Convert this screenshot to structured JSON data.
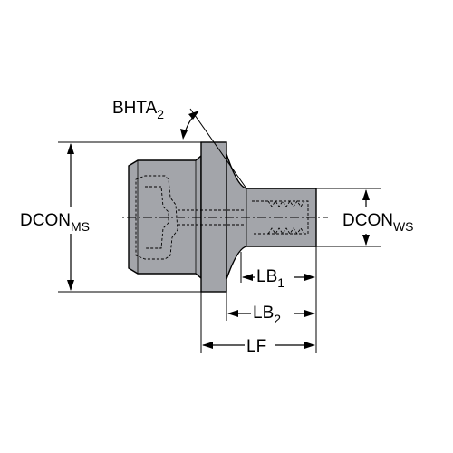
{
  "diagram": {
    "labels": {
      "bhta_main": "BHTA",
      "bhta_sub": "2",
      "dcon_ms_main": "DCON",
      "dcon_ms_sub": "MS",
      "dcon_ws_main": "DCON",
      "dcon_ws_sub": "WS",
      "lb1_main": "LB",
      "lb1_sub": "1",
      "lb2_main": "LB",
      "lb2_sub": "2",
      "lf": "LF"
    },
    "colors": {
      "body": "#a3a5aa",
      "line": "#000000",
      "background": "#ffffff"
    }
  }
}
